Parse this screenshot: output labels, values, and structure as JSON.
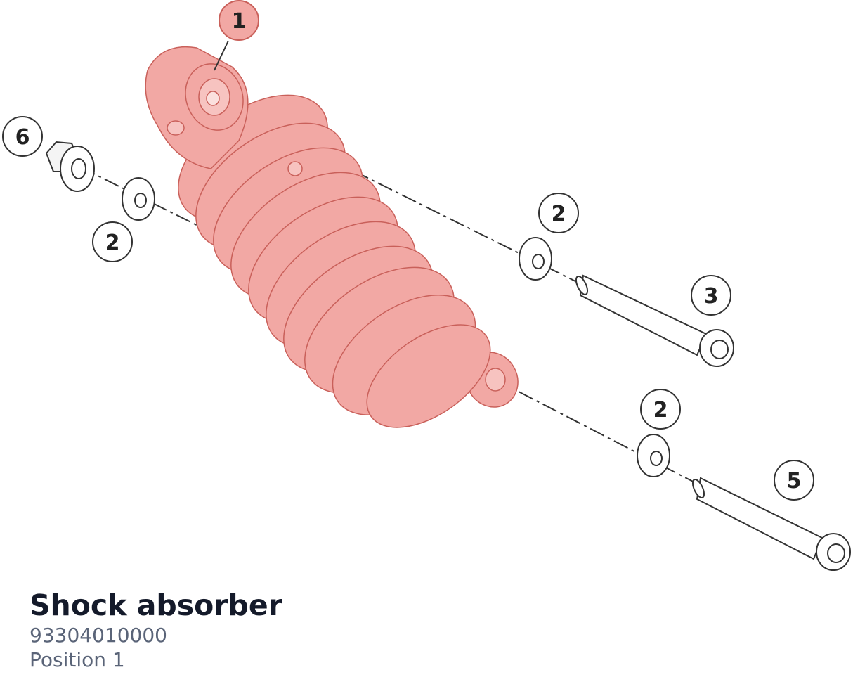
{
  "diagram": {
    "callouts": [
      {
        "id": "callout-1",
        "label": "1",
        "highlighted": true
      },
      {
        "id": "callout-6",
        "label": "6",
        "highlighted": false
      },
      {
        "id": "callout-2a",
        "label": "2",
        "highlighted": false
      },
      {
        "id": "callout-2b",
        "label": "2",
        "highlighted": false
      },
      {
        "id": "callout-3",
        "label": "3",
        "highlighted": false
      },
      {
        "id": "callout-2c",
        "label": "2",
        "highlighted": false
      },
      {
        "id": "callout-5",
        "label": "5",
        "highlighted": false
      }
    ],
    "colors": {
      "highlight_fill": "#f2a8a4",
      "highlight_stroke": "#c9605a",
      "line": "#333333",
      "callout_fill": "#ffffff"
    }
  },
  "part": {
    "title": "Shock absorber",
    "number": "93304010000",
    "position": "Position 1"
  }
}
